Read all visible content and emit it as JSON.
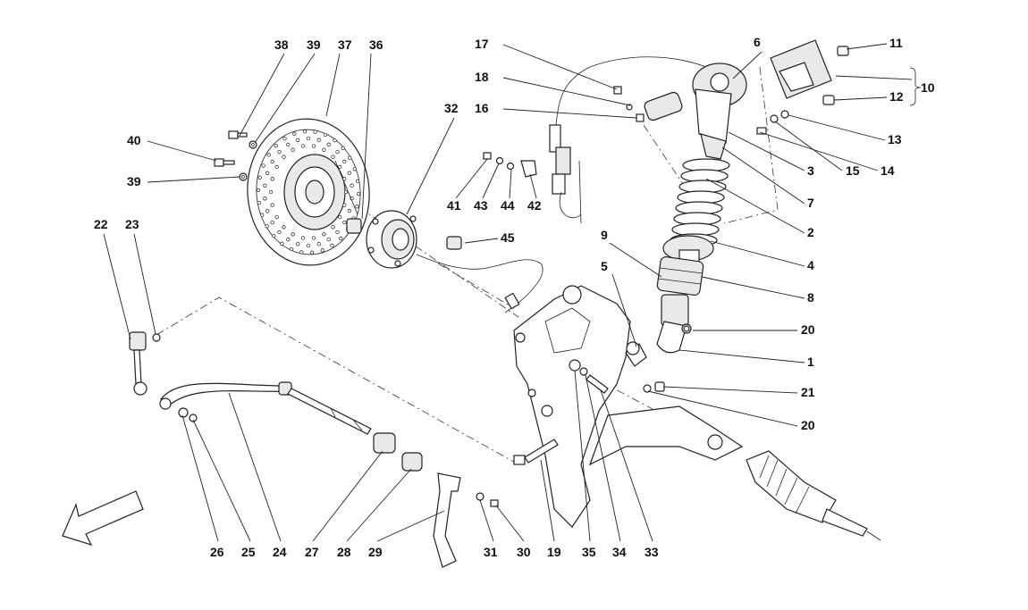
{
  "diagram": {
    "labels": [
      {
        "id": "l38",
        "text": "38"
      },
      {
        "id": "l39a",
        "text": "39"
      },
      {
        "id": "l37",
        "text": "37"
      },
      {
        "id": "l36",
        "text": "36"
      },
      {
        "id": "l40",
        "text": "40"
      },
      {
        "id": "l39b",
        "text": "39"
      },
      {
        "id": "l32",
        "text": "32"
      },
      {
        "id": "l17",
        "text": "17"
      },
      {
        "id": "l18",
        "text": "18"
      },
      {
        "id": "l16",
        "text": "16"
      },
      {
        "id": "l6",
        "text": "6"
      },
      {
        "id": "l11",
        "text": "11"
      },
      {
        "id": "l10",
        "text": "10"
      },
      {
        "id": "l12",
        "text": "12"
      },
      {
        "id": "l13",
        "text": "13"
      },
      {
        "id": "l3",
        "text": "3"
      },
      {
        "id": "l15",
        "text": "15"
      },
      {
        "id": "l14",
        "text": "14"
      },
      {
        "id": "l7",
        "text": "7"
      },
      {
        "id": "l2",
        "text": "2"
      },
      {
        "id": "l4",
        "text": "4"
      },
      {
        "id": "l8",
        "text": "8"
      },
      {
        "id": "l9",
        "text": "9"
      },
      {
        "id": "l5",
        "text": "5"
      },
      {
        "id": "l20a",
        "text": "20"
      },
      {
        "id": "l1",
        "text": "1"
      },
      {
        "id": "l21",
        "text": "21"
      },
      {
        "id": "l20b",
        "text": "20"
      },
      {
        "id": "l41",
        "text": "41"
      },
      {
        "id": "l43",
        "text": "43"
      },
      {
        "id": "l44",
        "text": "44"
      },
      {
        "id": "l42",
        "text": "42"
      },
      {
        "id": "l45",
        "text": "45"
      },
      {
        "id": "l22",
        "text": "22"
      },
      {
        "id": "l23",
        "text": "23"
      },
      {
        "id": "l26",
        "text": "26"
      },
      {
        "id": "l25",
        "text": "25"
      },
      {
        "id": "l24",
        "text": "24"
      },
      {
        "id": "l27",
        "text": "27"
      },
      {
        "id": "l28",
        "text": "28"
      },
      {
        "id": "l29",
        "text": "29"
      },
      {
        "id": "l31",
        "text": "31"
      },
      {
        "id": "l30",
        "text": "30"
      },
      {
        "id": "l19",
        "text": "19"
      },
      {
        "id": "l35",
        "text": "35"
      },
      {
        "id": "l34",
        "text": "34"
      },
      {
        "id": "l33",
        "text": "33"
      }
    ],
    "direction_arrow_icon": "front-direction-arrow-icon",
    "colors": {
      "ink": "#222222",
      "background": "#ffffff"
    }
  }
}
